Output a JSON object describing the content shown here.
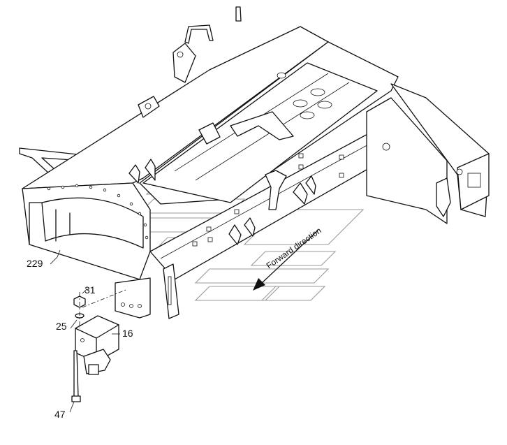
{
  "diagram": {
    "direction_label": "Forward direction",
    "callouts": [
      {
        "id": "c229",
        "label": "229"
      },
      {
        "id": "c31",
        "label": "31"
      },
      {
        "id": "c25",
        "label": "25"
      },
      {
        "id": "c16",
        "label": "16"
      },
      {
        "id": "c47",
        "label": "47"
      }
    ]
  }
}
